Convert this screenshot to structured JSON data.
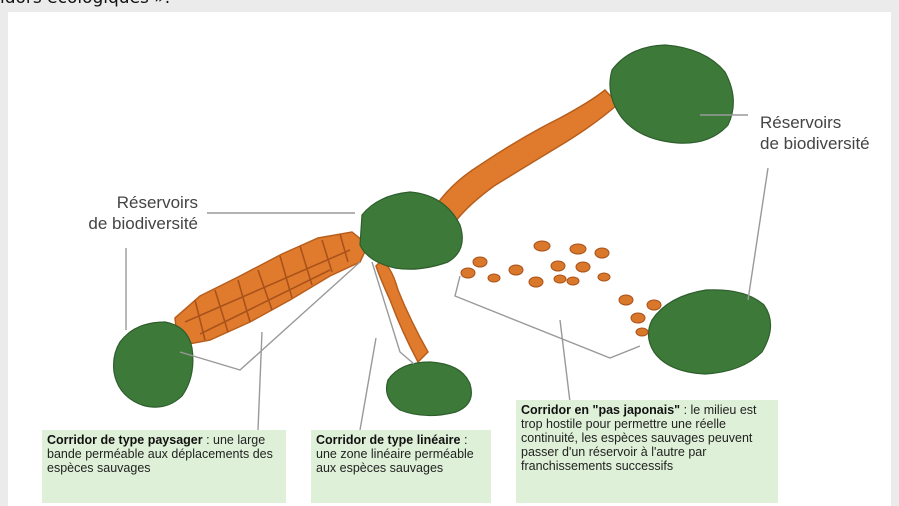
{
  "top_text": "idors écologiques ».",
  "labels": {
    "reservoir_left": [
      "Réservoirs",
      "de biodiversité"
    ],
    "reservoir_right": [
      "Réservoirs",
      "de biodiversité"
    ]
  },
  "captions": {
    "paysager": {
      "title": "Corridor de type paysager",
      "rest": " : une large bande perméable aux déplacements des espèces sauvages"
    },
    "lineaire": {
      "title": "Corridor de type linéaire",
      "rest": " : une zone linéaire perméable aux espèces sauvages"
    },
    "japonais": {
      "title": "Corridor en \"pas japonais\"",
      "rest": " : le milieu est trop hostile pour permettre une réelle continuité, les espèces sauvages peuvent passer d'un réservoir à l'autre par franchissements successifs"
    }
  },
  "colors": {
    "reservoir": "#3d7a3a",
    "corridor": "#e07b2e",
    "caption_bg": "#dff0d8"
  }
}
